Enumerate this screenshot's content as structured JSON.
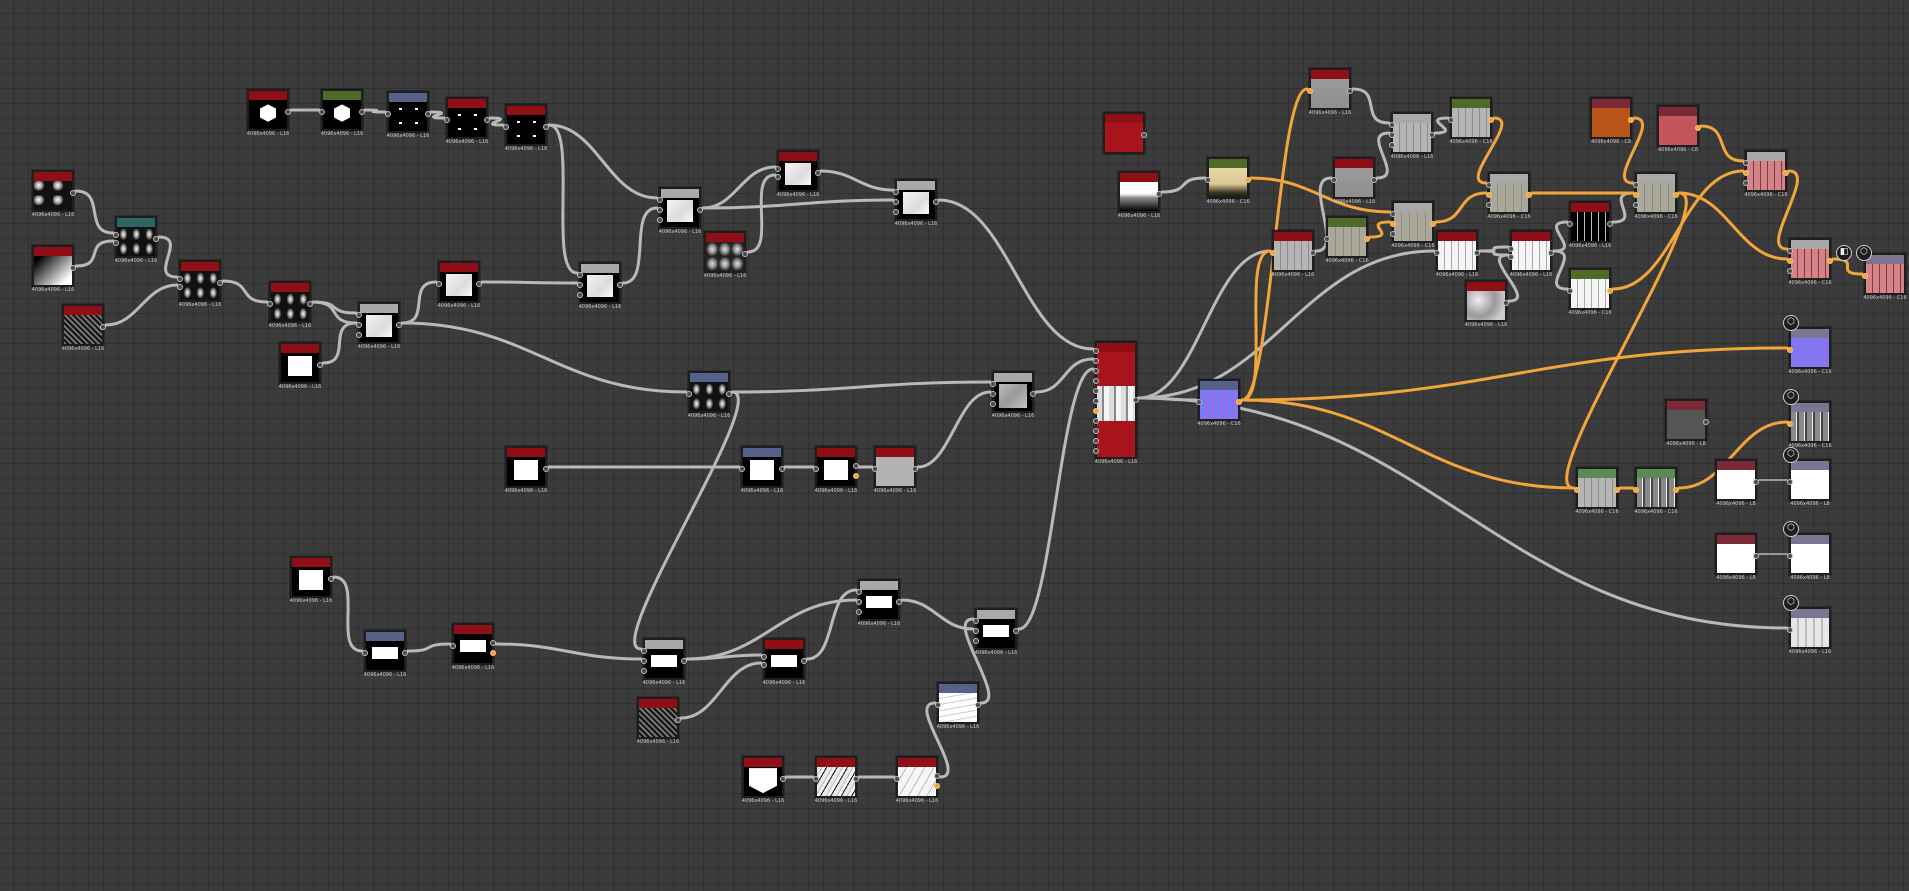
{
  "app": {
    "view": "node-graph-editor"
  },
  "colors": {
    "background": "#3b3b3b",
    "wire_grey": "#b9b9b9",
    "wire_orange": "#f2a53a",
    "header_red": "#8e1016",
    "header_green": "#4e6b27",
    "header_blue": "#56618a",
    "header_teal": "#2f6466",
    "header_grey": "#a9a9a9",
    "header_maroon": "#7a2a36",
    "header_lavender": "#7a7590",
    "header_lightgreen": "#5b8a55"
  },
  "nodes": [
    {
      "id": "n1",
      "header": "header_red",
      "preview": "spheres",
      "label": "4096x4096 - L16",
      "outs": 1
    },
    {
      "id": "n2",
      "header": "header_red",
      "preview": "gradient",
      "label": "4096x4096 - L16",
      "outs": 1
    },
    {
      "id": "n3",
      "header": "header_red",
      "preview": "noise",
      "label": "4096x4096 - L16",
      "outs": 1
    },
    {
      "id": "n4",
      "header": "header_teal",
      "preview": "ellipses",
      "label": "4096x4096 - L16",
      "ins": 2,
      "outs": 1
    },
    {
      "id": "n5",
      "header": "header_red",
      "preview": "ellipses",
      "label": "4096x4096 - L16",
      "ins": 2,
      "outs": 1
    },
    {
      "id": "n6",
      "header": "header_red",
      "preview": "ellipses",
      "label": "4096x4096 - L16",
      "ins": 1,
      "outs": 1
    },
    {
      "id": "n7",
      "header": "header_red",
      "preview": "white-square",
      "label": "4096x4096 - L16",
      "outs": 1
    },
    {
      "id": "n8",
      "header": "header_grey",
      "preview": "blur-white",
      "label": "4096x4096 - L16",
      "ins": 3,
      "outs": 1
    },
    {
      "id": "n9",
      "header": "header_red",
      "preview": "hexagon",
      "label": "4096x4096 - L16",
      "outs": 1
    },
    {
      "id": "n10",
      "header": "header_green",
      "preview": "hexagon",
      "label": "4096x4096 - L16",
      "ins": 1,
      "outs": 1
    },
    {
      "id": "n11",
      "header": "header_blue",
      "preview": "dots",
      "label": "4096x4096 - L16",
      "ins": 1,
      "outs": 1
    },
    {
      "id": "n12",
      "header": "header_red",
      "preview": "dots",
      "label": "4096x4096 - L16",
      "ins": 1,
      "outs": 1
    },
    {
      "id": "n13",
      "header": "header_red",
      "preview": "dots",
      "label": "4096x4096 - L16",
      "ins": 1,
      "outs": 1
    },
    {
      "id": "n14",
      "header": "header_red",
      "preview": "blur-white",
      "label": "4096x4096 - L16",
      "ins": 1,
      "outs": 1
    },
    {
      "id": "n15",
      "header": "header_grey",
      "preview": "blur-white",
      "label": "4096x4096 - L16",
      "ins": 3,
      "outs": 1
    },
    {
      "id": "n16",
      "header": "header_grey",
      "preview": "blur-white",
      "label": "4096x4096 - L16",
      "ins": 3,
      "outs": 1
    },
    {
      "id": "n17",
      "header": "header_red",
      "preview": "cells",
      "label": "4096x4096 - L16",
      "outs": 1
    },
    {
      "id": "n18",
      "header": "header_red",
      "preview": "blur-white",
      "label": "4096x4096 - L16",
      "ins": 2,
      "outs": 1
    },
    {
      "id": "n19",
      "header": "header_grey",
      "preview": "blur-white",
      "label": "4096x4096 - L16",
      "ins": 3,
      "outs": 1
    },
    {
      "id": "n20",
      "header": "header_blue",
      "preview": "ellipses",
      "label": "4096x4096 - L16",
      "ins": 1,
      "outs": 1
    },
    {
      "id": "n21",
      "header": "header_red",
      "preview": "white-square",
      "label": "4096x4096 - L16",
      "outs": 1
    },
    {
      "id": "n22",
      "header": "header_blue",
      "preview": "white-square",
      "label": "4096x4096 - L16",
      "ins": 1,
      "outs": 1
    },
    {
      "id": "n23",
      "header": "header_red",
      "preview": "white-square",
      "label": "4096x4096 - L16",
      "ins": 1,
      "outs": 1,
      "orange_out": true
    },
    {
      "id": "n24",
      "header": "header_red",
      "preview": "grey",
      "label": "4096x4096 - L16",
      "ins": 1,
      "outs": 1
    },
    {
      "id": "n25",
      "header": "header_grey",
      "preview": "grey-blur",
      "label": "4096x4096 - L16",
      "ins": 3,
      "outs": 1
    },
    {
      "id": "n26",
      "header": "header_red",
      "preview": "white-square",
      "label": "4096x4096 - L16",
      "outs": 1
    },
    {
      "id": "n27",
      "header": "header_blue",
      "preview": "white-wide",
      "label": "4096x4096 - L16",
      "ins": 1,
      "outs": 1
    },
    {
      "id": "n28",
      "header": "header_red",
      "preview": "white-wide",
      "label": "4096x4096 - L16",
      "ins": 1,
      "outs": 1,
      "orange_out": true
    },
    {
      "id": "n29",
      "header": "header_grey",
      "preview": "white-wide",
      "label": "4096x4096 - L16",
      "ins": 3,
      "outs": 1
    },
    {
      "id": "n30",
      "header": "header_red",
      "preview": "white-wide",
      "label": "4096x4096 - L16",
      "ins": 2,
      "outs": 1
    },
    {
      "id": "n31",
      "header": "header_red",
      "preview": "noise",
      "label": "4096x4096 - L16",
      "outs": 1
    },
    {
      "id": "n32",
      "header": "header_grey",
      "preview": "white-wide",
      "label": "4096x4096 - L16",
      "ins": 3,
      "outs": 1
    },
    {
      "id": "n33",
      "header": "header_grey",
      "preview": "white-wide",
      "label": "4096x4096 - L16",
      "ins": 3,
      "outs": 1
    },
    {
      "id": "n34",
      "header": "header_blue",
      "preview": "streaks",
      "label": "4096x4096 - L16",
      "ins": 1,
      "outs": 1
    },
    {
      "id": "n35",
      "header": "header_red",
      "preview": "shield",
      "label": "4096x4096 - L16",
      "outs": 1
    },
    {
      "id": "n36",
      "header": "header_red",
      "preview": "scratches",
      "label": "4096x4096 - L16",
      "ins": 1,
      "outs": 1
    },
    {
      "id": "n37",
      "header": "header_red",
      "preview": "scratch-light",
      "label": "4096x4096 - L16",
      "ins": 1,
      "outs": 1,
      "orange_out": true
    },
    {
      "id": "n38",
      "header": "header_red",
      "preview": "red-center",
      "label": "4096x4096 - L16",
      "ins": 11,
      "outs": 1,
      "tall": true,
      "orange_in_index": 6
    },
    {
      "id": "n39",
      "header": "header_blue",
      "preview": "tiles-normal",
      "label": "4096x4096 - C16",
      "ins": 1,
      "outs": 1,
      "orange_out": true
    },
    {
      "id": "n40",
      "header": "header_red",
      "preview": "solid-red",
      "label": "",
      "outs": 1
    },
    {
      "id": "n41",
      "header": "header_red",
      "preview": "terrain",
      "label": "4096x4096 - L16",
      "outs": 1
    },
    {
      "id": "n42",
      "header": "header_green",
      "preview": "terrain-beige",
      "label": "4096x4096 - C16",
      "ins": 1,
      "outs": 1,
      "orange_out": true
    },
    {
      "id": "n43",
      "header": "header_red",
      "preview": "tiles-grey",
      "label": "4096x4096 - L16",
      "ins": 1,
      "outs": 1,
      "orange_in": true
    },
    {
      "id": "n44",
      "header": "header_red",
      "preview": "tiles-grey2",
      "label": "4096x4096 - L16",
      "ins": 1,
      "outs": 1,
      "orange_in": true
    },
    {
      "id": "n45",
      "header": "header_red",
      "preview": "tiles-grey2",
      "label": "4096x4096 - L16",
      "ins": 1,
      "outs": 1
    },
    {
      "id": "n46",
      "header": "header_green",
      "preview": "tiles-olive",
      "label": "4096x4096 - C16",
      "ins": 1,
      "outs": 1,
      "orange_out": true
    },
    {
      "id": "n47",
      "header": "header_grey",
      "preview": "tiles-grey",
      "label": "4096x4096 - L16",
      "ins": 3,
      "outs": 1
    },
    {
      "id": "n48",
      "header": "header_green",
      "preview": "tiles-grey",
      "label": "4096x4096 - C16",
      "ins": 1,
      "outs": 1,
      "orange_out": true
    },
    {
      "id": "n49",
      "header": "header_grey",
      "preview": "tiles-olive",
      "label": "4096x4096 - C16",
      "ins": 3,
      "outs": 1,
      "orange_in": true,
      "orange_out": true
    },
    {
      "id": "n50",
      "header": "header_red",
      "preview": "tiles-white",
      "label": "4096x4096 - L16",
      "ins": 1,
      "outs": 1
    },
    {
      "id": "n51",
      "header": "header_red",
      "preview": "cloud",
      "label": "4096x4096 - L16",
      "outs": 1
    },
    {
      "id": "n52",
      "header": "header_grey",
      "preview": "tiles-olive",
      "label": "4096x4096 - C16",
      "ins": 3,
      "outs": 1,
      "orange_in": true,
      "orange_out": true
    },
    {
      "id": "n53",
      "header": "header_red",
      "preview": "tiles-white",
      "label": "4096x4096 - L16",
      "ins": 2,
      "outs": 1
    },
    {
      "id": "n54",
      "header": "header_red",
      "preview": "tiles-black",
      "label": "4096x4096 - L16",
      "ins": 1,
      "outs": 1
    },
    {
      "id": "n55",
      "header": "header_green",
      "preview": "tiles-white",
      "label": "4096x4096 - C16",
      "ins": 1,
      "outs": 1,
      "orange_out": true
    },
    {
      "id": "n56",
      "header": "header_maroon",
      "preview": "solid-orange",
      "label": "4096x4096 - C8",
      "outs": 1,
      "orange_out": true
    },
    {
      "id": "n57",
      "header": "header_maroon",
      "preview": "solid-pink",
      "label": "4096x4096 - C8",
      "outs": 1,
      "orange_out": true
    },
    {
      "id": "n58",
      "header": "header_grey",
      "preview": "tiles-olive",
      "label": "4096x4096 - C16",
      "ins": 3,
      "outs": 1,
      "orange_in": true,
      "orange_out": true
    },
    {
      "id": "n59",
      "header": "header_grey",
      "preview": "tiles-pink",
      "label": "4096x4096 - C16",
      "ins": 3,
      "outs": 1,
      "orange_in": true,
      "orange_out": true
    },
    {
      "id": "n60",
      "header": "header_grey",
      "preview": "tiles-pink",
      "label": "4096x4096 - C16",
      "ins": 3,
      "outs": 1,
      "orange_in": true,
      "orange_out": true
    },
    {
      "id": "n61",
      "header": "header_lavender",
      "preview": "tiles-pink",
      "label": "4096x4096 - C16",
      "ins": 1,
      "orange_in": true,
      "badges": [
        "checker",
        "cube"
      ]
    },
    {
      "id": "n62",
      "header": "header_lavender",
      "preview": "tiles-normal",
      "label": "4096x4096 - C16",
      "ins": 1,
      "orange_in": true,
      "badges": [
        "cube"
      ]
    },
    {
      "id": "n63",
      "header": "header_maroon",
      "preview": "solid-darkgrey",
      "label": "4096x4096 - L8",
      "outs": 1
    },
    {
      "id": "n64",
      "header": "header_lavender",
      "preview": "tiles-dark",
      "label": "4096x4096 - C16",
      "ins": 1,
      "orange_in": true,
      "badges": [
        "cube"
      ]
    },
    {
      "id": "n65",
      "header": "header_lightgreen",
      "preview": "tiles-grey",
      "label": "4096x4096 - C16",
      "ins": 1,
      "outs": 1,
      "orange_in": true,
      "orange_out": true
    },
    {
      "id": "n66",
      "header": "header_lightgreen",
      "preview": "tiles-dark",
      "label": "4096x4096 - C16",
      "ins": 1,
      "outs": 1,
      "orange_in": true,
      "orange_out": true
    },
    {
      "id": "n67",
      "header": "header_maroon",
      "preview": "white-full",
      "label": "4096x4096 - L8",
      "outs": 1
    },
    {
      "id": "n68",
      "header": "header_lavender",
      "preview": "white-full",
      "label": "4096x4096 - L8",
      "ins": 1,
      "badges": [
        "cube"
      ]
    },
    {
      "id": "n69",
      "header": "header_maroon",
      "preview": "white-full",
      "label": "4096x4096 - L8",
      "outs": 1
    },
    {
      "id": "n70",
      "header": "header_lavender",
      "preview": "white-full",
      "label": "4096x4096 - L8",
      "ins": 1,
      "badges": [
        "cube"
      ]
    },
    {
      "id": "n71",
      "header": "header_lavender",
      "preview": "tiles-lightgrey",
      "label": "4096x4096 - L16",
      "ins": 1,
      "badges": [
        "cube"
      ]
    }
  ],
  "badge_icons": {
    "checker": "◧",
    "cube": "⬡"
  },
  "connections": [
    [
      "n1",
      "n4",
      0,
      "grey"
    ],
    [
      "n2",
      "n4",
      1,
      "grey"
    ],
    [
      "n4",
      "n5",
      0,
      "grey"
    ],
    [
      "n3",
      "n5",
      1,
      "grey"
    ],
    [
      "n5",
      "n6",
      0,
      "grey"
    ],
    [
      "n6",
      "n8",
      0,
      "grey"
    ],
    [
      "n6",
      "n8",
      1,
      "grey"
    ],
    [
      "n7",
      "n8",
      1,
      "grey"
    ],
    [
      "n9",
      "n10",
      0,
      "grey"
    ],
    [
      "n10",
      "n11",
      0,
      "grey"
    ],
    [
      "n11",
      "n12",
      0,
      "grey"
    ],
    [
      "n12",
      "n13",
      0,
      "grey"
    ],
    [
      "n13",
      "n16",
      0,
      "grey"
    ],
    [
      "n13",
      "n15",
      0,
      "grey"
    ],
    [
      "n8",
      "n14",
      0,
      "grey"
    ],
    [
      "n14",
      "n15",
      1,
      "grey"
    ],
    [
      "n15",
      "n16",
      1,
      "grey"
    ],
    [
      "n16",
      "n18",
      0,
      "grey"
    ],
    [
      "n17",
      "n18",
      1,
      "grey"
    ],
    [
      "n16",
      "n19",
      1,
      "grey"
    ],
    [
      "n18",
      "n19",
      0,
      "grey"
    ],
    [
      "n19",
      "n38",
      0,
      "grey"
    ],
    [
      "n8",
      "n20",
      0,
      "grey"
    ],
    [
      "n20",
      "n25",
      0,
      "grey"
    ],
    [
      "n20",
      "n29",
      0,
      "grey"
    ],
    [
      "n21",
      "n22",
      0,
      "grey"
    ],
    [
      "n22",
      "n23",
      0,
      "grey"
    ],
    [
      "n23",
      "n24",
      0,
      "grey"
    ],
    [
      "n24",
      "n25",
      1,
      "grey"
    ],
    [
      "n25",
      "n38",
      1,
      "grey"
    ],
    [
      "n26",
      "n27",
      0,
      "grey"
    ],
    [
      "n27",
      "n28",
      0,
      "grey"
    ],
    [
      "n28",
      "n29",
      1,
      "grey"
    ],
    [
      "n29",
      "n30",
      0,
      "grey"
    ],
    [
      "n29",
      "n32",
      1,
      "grey"
    ],
    [
      "n31",
      "n30",
      1,
      "grey"
    ],
    [
      "n30",
      "n32",
      0,
      "grey"
    ],
    [
      "n32",
      "n33",
      1,
      "grey"
    ],
    [
      "n34",
      "n33",
      0,
      "grey"
    ],
    [
      "n37",
      "n34",
      0,
      "grey"
    ],
    [
      "n35",
      "n36",
      0,
      "grey"
    ],
    [
      "n36",
      "n37",
      0,
      "grey"
    ],
    [
      "n33",
      "n38",
      2,
      "grey"
    ],
    [
      "n38",
      "n39",
      0,
      "grey"
    ],
    [
      "n38",
      "n43",
      0,
      "grey"
    ],
    [
      "n38",
      "n50",
      0,
      "grey"
    ],
    [
      "n38",
      "n71",
      0,
      "grey"
    ],
    [
      "n39",
      "n43",
      0,
      "orange"
    ],
    [
      "n39",
      "n44",
      0,
      "orange"
    ],
    [
      "n39",
      "n62",
      0,
      "orange"
    ],
    [
      "n39",
      "n65",
      0,
      "orange"
    ],
    [
      "n41",
      "n42",
      0,
      "grey"
    ],
    [
      "n42",
      "n49",
      0,
      "orange"
    ],
    [
      "n43",
      "n45",
      0,
      "grey"
    ],
    [
      "n44",
      "n47",
      0,
      "grey"
    ],
    [
      "n45",
      "n47",
      1,
      "grey"
    ],
    [
      "n46",
      "n49",
      1,
      "orange"
    ],
    [
      "n47",
      "n48",
      0,
      "grey"
    ],
    [
      "n48",
      "n52",
      0,
      "orange"
    ],
    [
      "n49",
      "n52",
      1,
      "orange"
    ],
    [
      "n50",
      "n53",
      0,
      "grey"
    ],
    [
      "n50",
      "n53",
      1,
      "grey"
    ],
    [
      "n51",
      "n53",
      1,
      "grey"
    ],
    [
      "n53",
      "n54",
      0,
      "grey"
    ],
    [
      "n53",
      "n55",
      0,
      "grey"
    ],
    [
      "n54",
      "n58",
      1,
      "grey"
    ],
    [
      "n52",
      "n58",
      1,
      "orange"
    ],
    [
      "n56",
      "n58",
      0,
      "orange"
    ],
    [
      "n58",
      "n60",
      1,
      "orange"
    ],
    [
      "n57",
      "n59",
      0,
      "orange"
    ],
    [
      "n55",
      "n59",
      1,
      "orange"
    ],
    [
      "n59",
      "n60",
      0,
      "orange"
    ],
    [
      "n60",
      "n61",
      0,
      "orange"
    ],
    [
      "n58",
      "n65",
      0,
      "orange"
    ],
    [
      "n65",
      "n66",
      0,
      "orange"
    ],
    [
      "n66",
      "n64",
      0,
      "orange"
    ],
    [
      "n67",
      "n68",
      0,
      "greythin"
    ],
    [
      "n69",
      "n70",
      0,
      "greythin"
    ]
  ]
}
